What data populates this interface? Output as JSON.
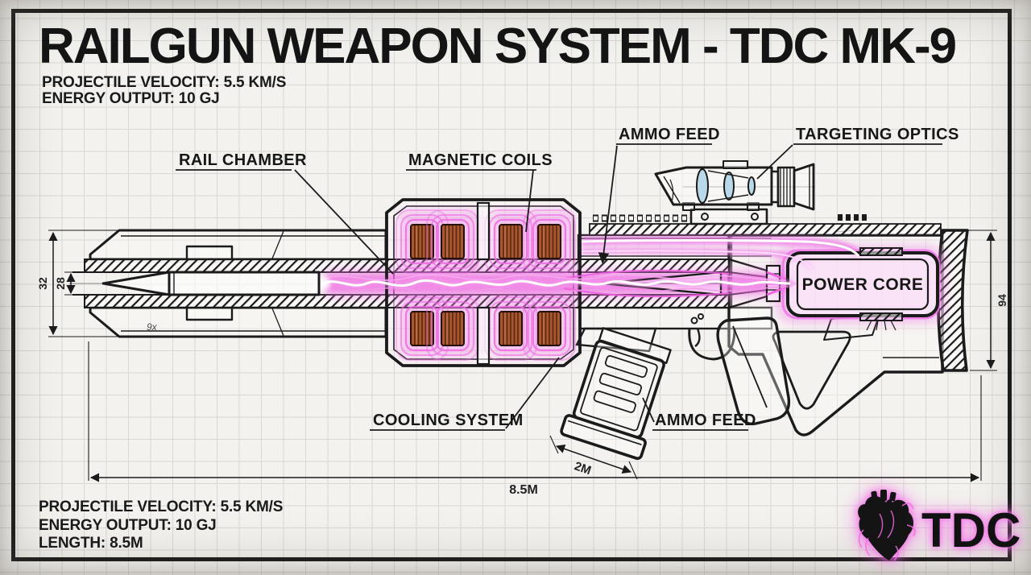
{
  "page": {
    "title": "RAILGUN WEAPON SYSTEM - TDC MK-9",
    "specs_top": [
      "PROJECTILE VELOCITY: 5.5 KM/S",
      "ENERGY OUTPUT: 10 GJ"
    ],
    "specs_bottom": [
      "PROJECTILE VELOCITY: 5.5 KM/S",
      "ENERGY OUTPUT: 10 GJ",
      "LENGTH: 8.5M"
    ]
  },
  "labels": {
    "rail_chamber": "RAIL CHAMBER",
    "magnetic_coils": "MAGNETIC COILS",
    "ammo_feed_top": "AMMO FEED",
    "targeting_optics": "TARGETING OPTICS",
    "cooling_system": "COOLING SYSTEM",
    "ammo_feed_bottom": "AMMO FEED",
    "power_core": "POWER CORE"
  },
  "dimensions": {
    "overall_length": "8.5M",
    "magazine_length": "2M",
    "bore_height": "28",
    "housing_height": "32",
    "stock_height": "94"
  },
  "annotations": {
    "coil_note": "9x"
  },
  "logo": {
    "text": "TDC",
    "icon": "anatomical-heart-icon"
  },
  "colors": {
    "ink": "#1b1b1b",
    "paper": "#f3f2ee",
    "grid": "#d9d7d1",
    "plasma": "#ee5fe0",
    "plasma_glow": "#f59fee",
    "coil_copper": "#a9572e",
    "lens_blue": "#b9d9ea",
    "logo_glow": "#f26ae4"
  }
}
